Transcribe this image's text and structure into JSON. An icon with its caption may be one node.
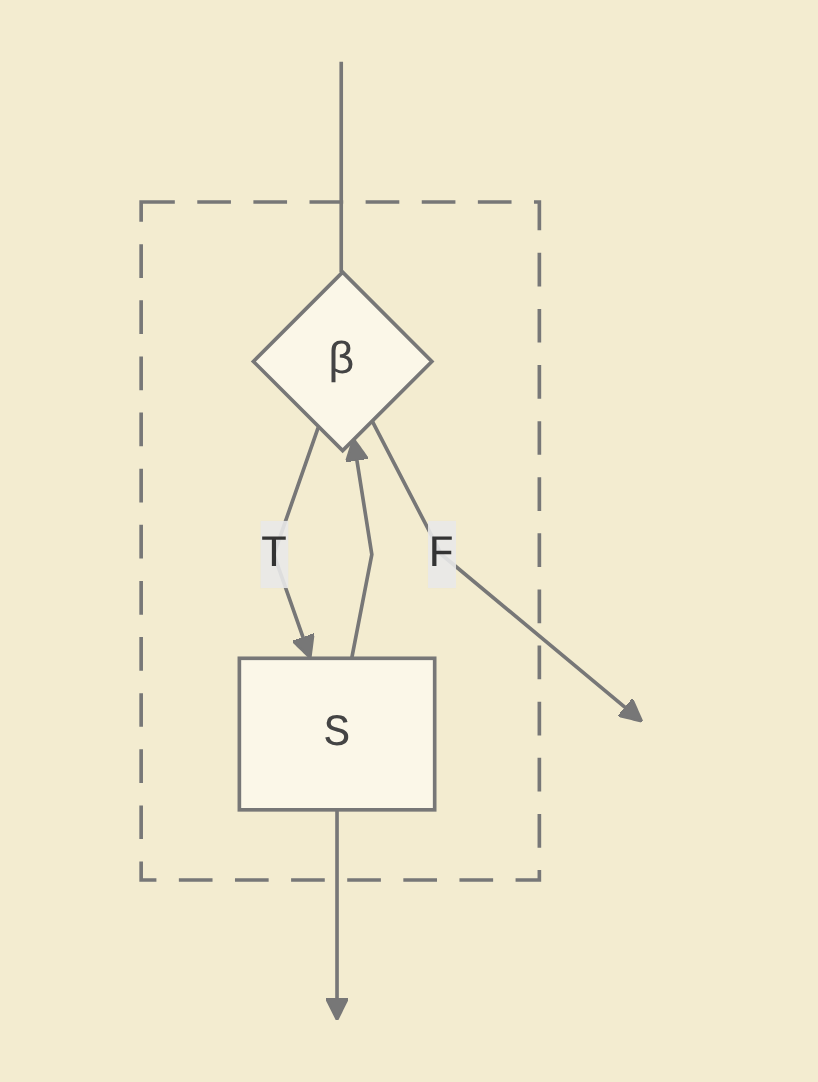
{
  "diagram": {
    "nodes": [
      {
        "text": [],
        "shape": "box"
      },
      {
        "text": [
          "β"
        ],
        "in": 0
      },
      {
        "text": [
          "S"
        ],
        "in": 0
      }
    ],
    "edges": [
      {
        "from": null,
        "to": 1,
        "arrow": "none"
      },
      {
        "from": 2,
        "to": 1,
        "arrow": "to"
      },
      {
        "from": 1,
        "to": 2,
        "arrow": "to",
        "label": "T"
      },
      {
        "from": 1,
        "to": null,
        "arrow": "to",
        "label": "F"
      },
      {
        "from": 2,
        "to": null,
        "arrow": "to"
      }
    ]
  }
}
